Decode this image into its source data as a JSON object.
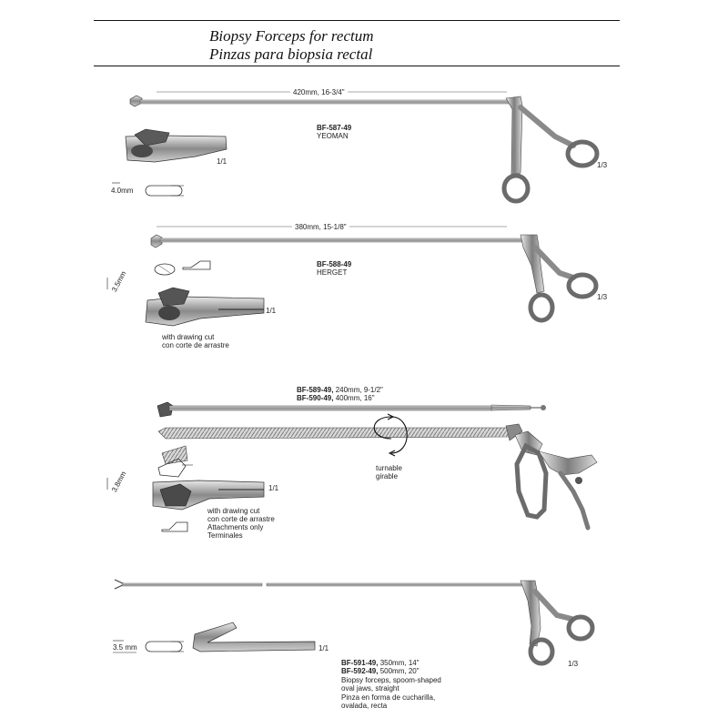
{
  "page": {
    "title_en": "Biopsy Forceps for rectum",
    "title_es": "Pinzas para biopsia rectal"
  },
  "items": [
    {
      "length": "420mm, 16-3/4\"",
      "code": "BF-587-49",
      "name": "YEOMAN",
      "scale_detail": "1/1",
      "scale_main": "1/3",
      "jaw_size": "4.0mm"
    },
    {
      "length": "380mm, 15-1/8\"",
      "code": "BF-588-49",
      "name": "HERGET",
      "scale_detail": "1/1",
      "scale_main": "1/3",
      "jaw_size": "3.5mm",
      "note_1": "with drawing cut",
      "note_2": "con corte de arrastre"
    },
    {
      "code_a": "BF-589-49,",
      "length_a": " 240mm, 9-1/2\"",
      "code_b": "BF-590-49,",
      "length_b": " 400mm, 16\"",
      "jaw_size": "3.8mm",
      "scale_detail": "1/1",
      "turnable_1": "turnable",
      "turnable_2": "girable",
      "note_1": "with drawing cut",
      "note_2": "con corte de arrastre",
      "note_3": "Attachments only",
      "note_4": "Terminales"
    },
    {
      "jaw_size": "3.5 mm",
      "scale_detail": "1/1",
      "scale_main": "1/3",
      "code_a": "BF-591-49,",
      "length_a": " 350mm, 14\"",
      "code_b": "BF-592-49,",
      "length_b": " 500mm, 20\"",
      "desc_1": "Biopsy forceps, spoom-shaped",
      "desc_2": "oval jaws, straight",
      "desc_3": "Pinza en forma de cucharilla,",
      "desc_4": "ovalada, recta"
    }
  ],
  "colors": {
    "instrument": "#6f6f6f",
    "instrument_light": "#cfcfcf",
    "ink": "#111111"
  }
}
